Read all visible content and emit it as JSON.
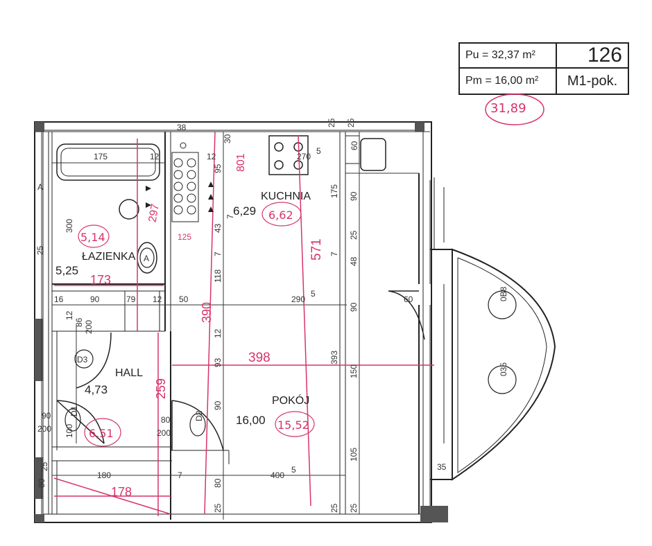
{
  "info": {
    "pu": "Pu = 32,37 m²",
    "pm": "Pm = 16,00 m²",
    "number": "126",
    "type": "M1-pok.",
    "handwritten_total": "31,89"
  },
  "rooms": {
    "kuchnia": "KUCHNIA",
    "kuchnia_area": "6,29",
    "kuchnia_hand": "6,62",
    "lazienka": "ŁAZIENKA",
    "lazienka_area": "5,25",
    "lazienka_hand": "5,14",
    "hall": "HALL",
    "hall_area": "4,73",
    "hall_hand": "6,51",
    "pokoj": "POKÓJ",
    "pokoj_area": "16,00",
    "pokoj_hand": "15,52"
  },
  "doors": {
    "d1": "D1",
    "d2": "D2",
    "d3": "D3",
    "w1": "0B8",
    "w2": "035"
  },
  "fixtures": {
    "a1": "A",
    "a2": "A"
  },
  "dimensions": {
    "d38": "38",
    "d175a": "175",
    "d12a": "12",
    "d12b": "12",
    "d30": "30",
    "d5": "5",
    "d270": "270",
    "d60a": "60",
    "d25a": "25",
    "d25b": "25",
    "d95": "95",
    "d175b": "175",
    "d90a": "90",
    "d300": "300",
    "d25c": "25",
    "d43": "43",
    "d7a": "7",
    "d7b": "7",
    "d7c": "7",
    "d25d": "25",
    "d48": "48",
    "d118": "118",
    "d16": "16",
    "d90b": "90",
    "d79": "79",
    "d12c": "12",
    "d50": "50",
    "d290": "290",
    "d5b": "5",
    "d90c": "90",
    "d60b": "60",
    "d12d": "12",
    "d86": "86",
    "d200a": "200",
    "d12e": "12",
    "d93": "93",
    "d393": "393",
    "d150": "150",
    "d90d": "90",
    "d200b": "200",
    "d100": "100",
    "d80a": "80",
    "d200c": "200",
    "d90e": "90",
    "d105": "105",
    "d35": "35",
    "d25e": "25",
    "d180": "180",
    "d7d": "7",
    "d400": "400",
    "d5c": "5",
    "d80b": "80",
    "d80c": "80",
    "d25f": "25",
    "d25g": "25",
    "d25h": "25"
  },
  "handwritten_dims": {
    "h173": "173",
    "h178": "178",
    "h390": "390",
    "h398": "398",
    "h259": "259",
    "h571": "571",
    "h297": "297",
    "h801": "801",
    "h125": "125"
  }
}
